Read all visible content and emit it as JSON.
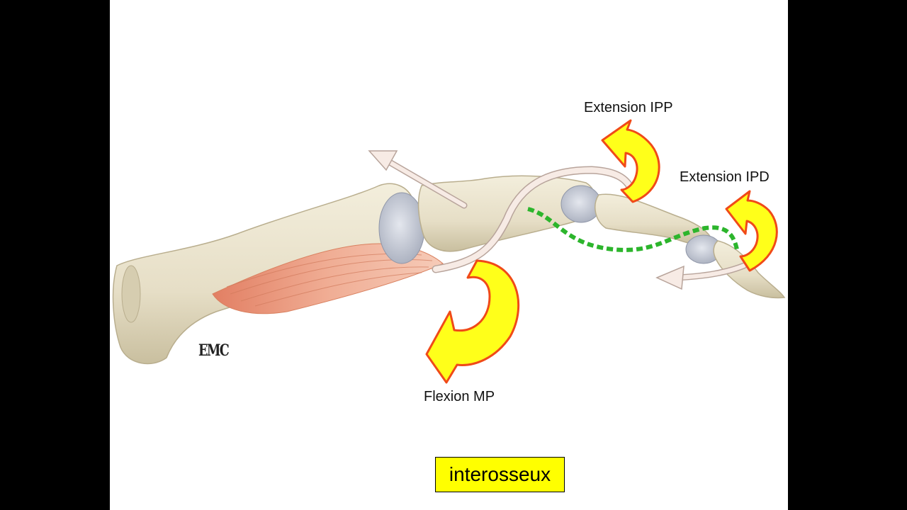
{
  "labels": {
    "extension_ipp": "Extension IPP",
    "extension_ipd": "Extension IPD",
    "flexion_mp": "Flexion MP"
  },
  "legend": {
    "title": "interosseux"
  },
  "logo": {
    "text": "EMC"
  },
  "colors": {
    "background": "#000000",
    "slide": "#ffffff",
    "bone": "#e9e2cc",
    "bone_shadow": "#cfc6a9",
    "cartilage": "#c5cad6",
    "muscle": "#eba187",
    "tendon": "#f5e8e2",
    "arrow_fill": "#ffff1a",
    "arrow_stroke": "#f04a18",
    "dashed_line": "#2cb52c",
    "legend_background": "#ffff00"
  }
}
